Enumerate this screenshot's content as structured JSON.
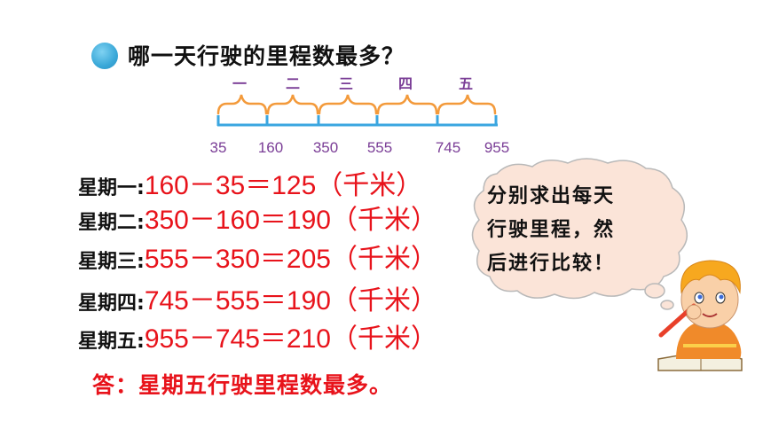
{
  "question": "哪一天行驶的里程数最多？",
  "number_line": {
    "day_labels": [
      "一",
      "二",
      "三",
      "四",
      "五"
    ],
    "ticks": [
      "35",
      "160",
      "350",
      "555",
      "745",
      "955"
    ],
    "colors": {
      "line": "#3aa6e0",
      "brace": "#f39a3b",
      "label": "#7a3d96"
    }
  },
  "calculations": [
    {
      "day": "星期一:",
      "expr": "160－35＝125（千米）"
    },
    {
      "day": "星期二:",
      "expr": "350－160＝190（千米）"
    },
    {
      "day": "星期三:",
      "expr": "555－350＝205（千米）"
    },
    {
      "day": "星期四:",
      "expr": "745－555＝190（千米）"
    },
    {
      "day": "星期五:",
      "expr": "955－745＝210（千米）"
    }
  ],
  "answer": "答：星期五行驶里程数最多。",
  "thought_bubble": {
    "lines": [
      "分别求出每天",
      "行驶里程，然",
      "后进行比较！"
    ],
    "fill": "#fbe4d8"
  },
  "accent_red": "#e8131b"
}
